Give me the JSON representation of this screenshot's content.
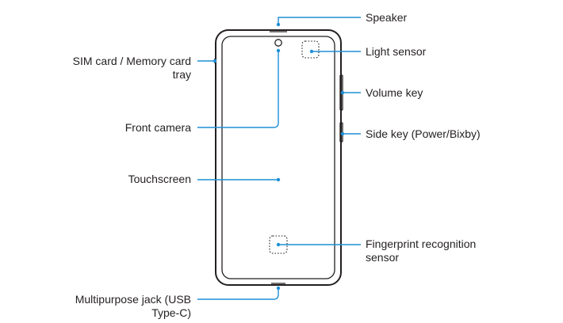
{
  "colors": {
    "callout": "#1f8fd6",
    "outline": "#231f20",
    "text": "#231f20"
  },
  "labels": {
    "speaker": "Speaker",
    "light_sensor": "Light sensor",
    "volume_key": "Volume key",
    "side_key": "Side key (Power/Bixby)",
    "fingerprint_line1": "Fingerprint recognition",
    "fingerprint_line2": "sensor",
    "sim_line1": "SIM card / Memory card",
    "sim_line2": "tray",
    "front_camera": "Front camera",
    "touchscreen": "Touchscreen",
    "jack_line1": "Multipurpose jack (USB",
    "jack_line2": "Type-C)"
  }
}
